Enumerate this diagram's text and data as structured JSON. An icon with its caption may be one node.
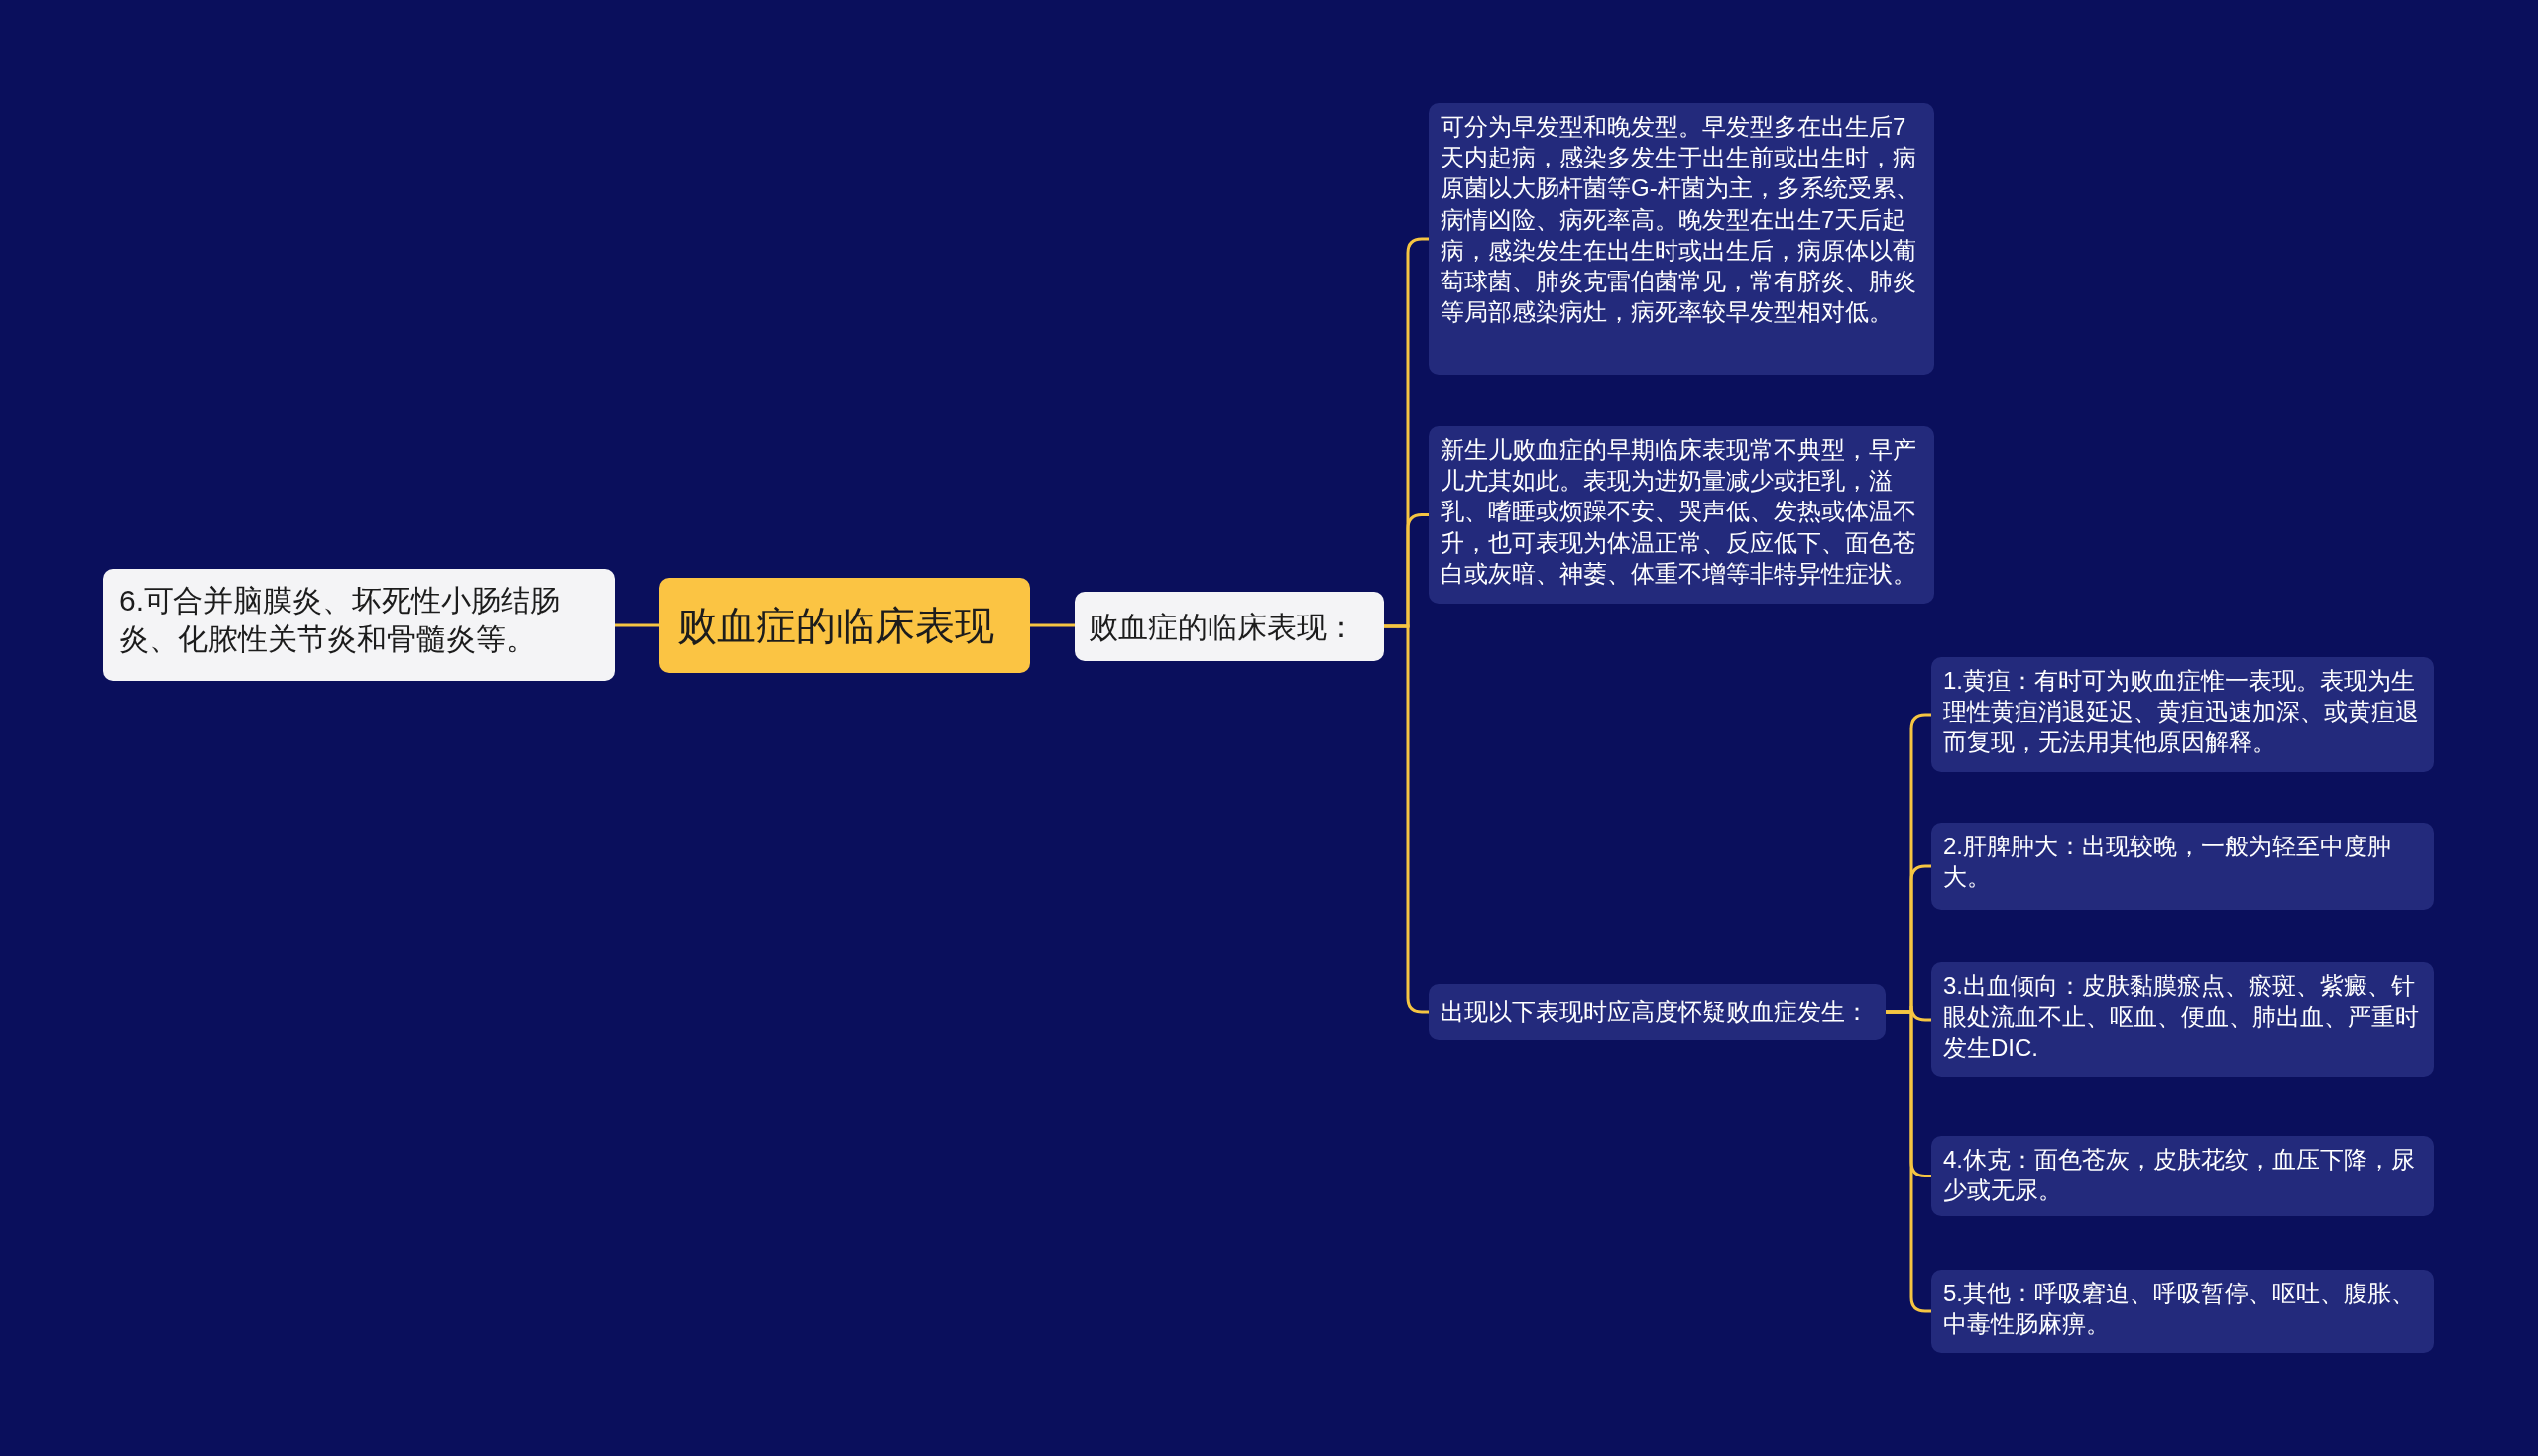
{
  "diagram": {
    "nodes": [
      {
        "text": [
          "败血症的临床表现"
        ]
      },
      {
        "text": [
          "6.可合并脑膜炎、坏死性小肠结肠炎、化脓性关节炎和骨髓炎等。"
        ]
      },
      {
        "text": [
          "败血症的临床表现："
        ]
      },
      {
        "text": [
          "可分为早发型和晚发型。早发型多在出生后7天内起病，感染多发生于出生前或出生时，病原菌以大肠杆菌等G-杆菌为主，多系统受累、病情凶险、病死率高。晚发型在出生7天后起病，感染发生在出生时或出生后，病原体以葡萄球菌、肺炎克雷伯菌常见，常有脐炎、肺炎等局部感染病灶，病死率较早发型相对低。"
        ]
      },
      {
        "text": [
          "新生儿败血症的早期临床表现常不典型，早产儿尤其如此。表现为进奶量减少或拒乳，溢乳、嗜睡或烦躁不安、哭声低、发热或体温不升，也可表现为体温正常、反应低下、面色苍白或灰暗、神萎、体重不增等非特异性症状。"
        ]
      },
      {
        "text": [
          "出现以下表现时应高度怀疑败血症发生："
        ]
      },
      {
        "text": [
          "1.黄疸：有时可为败血症惟一表现。表现为生理性黄疸消退延迟、黄疸迅速加深、或黄疸退而复现，无法用其他原因解释。"
        ]
      },
      {
        "text": [
          "2.肝脾肿大：出现较晚，一般为轻至中度肿大。"
        ]
      },
      {
        "text": [
          "3.出血倾向：皮肤黏膜瘀点、瘀斑、紫癜、针眼处流血不止、呕血、便血、肺出血、严重时发生DIC."
        ]
      },
      {
        "text": [
          "4.休克：面色苍灰，皮肤花纹，血压下降，尿少或无尿。"
        ]
      },
      {
        "text": [
          "5.其他：呼吸窘迫、呼吸暂停、呕吐、腹胀、中毒性肠麻痹。"
        ]
      }
    ],
    "edges": [
      {
        "from": 0,
        "to": 1,
        "arrow": "none"
      },
      {
        "from": 0,
        "to": 2,
        "arrow": "none"
      },
      {
        "from": 2,
        "to": 3,
        "arrow": "none"
      },
      {
        "from": 2,
        "to": 4,
        "arrow": "none"
      },
      {
        "from": 2,
        "to": 5,
        "arrow": "none"
      },
      {
        "from": 5,
        "to": 6,
        "arrow": "none"
      },
      {
        "from": 5,
        "to": 7,
        "arrow": "none"
      },
      {
        "from": 5,
        "to": 8,
        "arrow": "none"
      },
      {
        "from": 5,
        "to": 9,
        "arrow": "none"
      },
      {
        "from": 5,
        "to": 10,
        "arrow": "none"
      }
    ]
  }
}
